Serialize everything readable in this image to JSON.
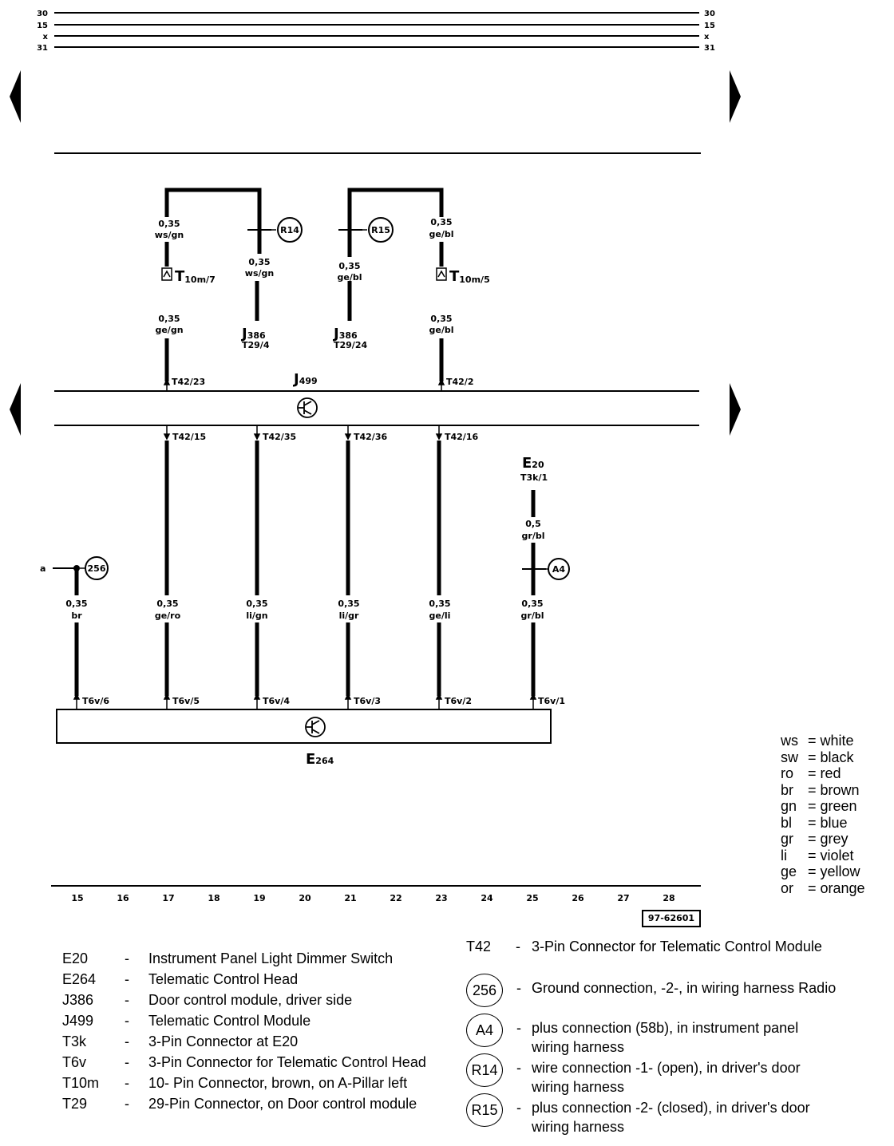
{
  "rails": [
    {
      "label": "30"
    },
    {
      "label": "15"
    },
    {
      "label": "x"
    },
    {
      "label": "31"
    }
  ],
  "grid_numbers": [
    "15",
    "16",
    "17",
    "18",
    "19",
    "20",
    "21",
    "22",
    "23",
    "24",
    "25",
    "26",
    "27",
    "28"
  ],
  "doc_number": "97-62601",
  "components": {
    "j499": {
      "name": "J",
      "sub": "499"
    },
    "e264": {
      "name": "E",
      "sub": "264"
    },
    "e20": {
      "name": "E",
      "sub": "20",
      "pin": "T3k/1"
    },
    "j386_a": {
      "name": "J",
      "sub": "386",
      "pin": "T29/4"
    },
    "j386_b": {
      "name": "J",
      "sub": "386",
      "pin": "T29/24"
    },
    "t10m7": {
      "name": "T",
      "sub": "10m/7"
    },
    "t10m5": {
      "name": "T",
      "sub": "10m/5"
    }
  },
  "wire_labels": {
    "w17_top": {
      "size": "0,35",
      "color": "ws/gn"
    },
    "w19_top": {
      "size": "0,35",
      "color": "ws/gn"
    },
    "w21_top": {
      "size": "0,35",
      "color": "ge/bl"
    },
    "w23_top": {
      "size": "0,35",
      "color": "ge/bl"
    },
    "w17_mid": {
      "size": "0,35",
      "color": "ge/gn"
    },
    "w23_mid": {
      "size": "0,35",
      "color": "ge/bl"
    },
    "w15_bot": {
      "size": "0,35",
      "color": "br"
    },
    "w17_bot": {
      "size": "0,35",
      "color": "ge/ro"
    },
    "w19_bot": {
      "size": "0,35",
      "color": "li/gn"
    },
    "w21_bot": {
      "size": "0,35",
      "color": "li/gr"
    },
    "w23_bot": {
      "size": "0,35",
      "color": "ge/li"
    },
    "w25_bot": {
      "size": "0,35",
      "color": "gr/bl"
    },
    "w25_mid": {
      "size": "0,5",
      "color": "gr/bl"
    }
  },
  "pins": {
    "t42_23": "T42/23",
    "t42_2": "T42/2",
    "t42_15": "T42/15",
    "t42_35": "T42/35",
    "t42_36": "T42/36",
    "t42_16": "T42/16",
    "t6v_6": "T6v/6",
    "t6v_5": "T6v/5",
    "t6v_4": "T6v/4",
    "t6v_3": "T6v/3",
    "t6v_2": "T6v/2",
    "t6v_1": "T6v/1"
  },
  "circles": {
    "r14": "R14",
    "r15": "R15",
    "c256": "256",
    "a4": "A4"
  },
  "ground_ref": "a",
  "legend_left": [
    {
      "code": "E20",
      "dash": "-",
      "desc": "Instrument Panel Light Dimmer Switch"
    },
    {
      "code": "E264",
      "dash": "-",
      "desc": "Telematic Control Head"
    },
    {
      "code": "J386",
      "dash": "-",
      "desc": "Door control module, driver side"
    },
    {
      "code": "J499",
      "dash": "-",
      "desc": "Telematic Control Module"
    },
    {
      "code": "T3k",
      "dash": "-",
      "desc": "3-Pin Connector at E20"
    },
    {
      "code": "T6v",
      "dash": "-",
      "desc": "3-Pin Connector for Telematic Control Head"
    },
    {
      "code": "T10m",
      "dash": "-",
      "desc": "10- Pin Connector, brown, on A-Pillar left"
    },
    {
      "code": "T29",
      "dash": "-",
      "desc": "29-Pin Connector, on Door control module"
    }
  ],
  "legend_right": {
    "t42": {
      "code": "T42",
      "dash": "-",
      "desc": "3-Pin Connector for Telematic Control Module"
    },
    "items": [
      {
        "sym": "256",
        "dash": "-",
        "desc1": "Ground connection, -2-, in wiring harness Radio",
        "desc2": ""
      },
      {
        "sym": "A4",
        "dash": "-",
        "desc1": "plus connection (58b), in instrument panel",
        "desc2": "wiring harness"
      },
      {
        "sym": "R14",
        "dash": "-",
        "desc1": "wire connection -1- (open), in driver's door",
        "desc2": "wiring harness"
      },
      {
        "sym": "R15",
        "dash": "-",
        "desc1": "plus connection -2- (closed), in driver's door",
        "desc2": "wiring harness"
      }
    ]
  },
  "color_codes": [
    {
      "code": "ws",
      "name": "= white"
    },
    {
      "code": "sw",
      "name": "= black"
    },
    {
      "code": "ro",
      "name": "= red"
    },
    {
      "code": "br",
      "name": "= brown"
    },
    {
      "code": "gn",
      "name": "= green"
    },
    {
      "code": "bl",
      "name": "= blue"
    },
    {
      "code": "gr",
      "name": "= grey"
    },
    {
      "code": "li",
      "name": "= violet"
    },
    {
      "code": "ge",
      "name": "= yellow"
    },
    {
      "code": "or",
      "name": "= orange"
    }
  ]
}
